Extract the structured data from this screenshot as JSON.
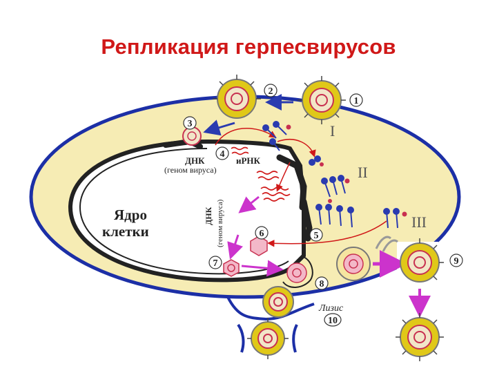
{
  "title": "Репликация герпесвирусов",
  "labels": {
    "dna": "ДНК",
    "dna_genome": "(геном вируса)",
    "mrna": "иРНК",
    "nucleus_line1": "Ядро",
    "nucleus_line2": "клетки",
    "dna_vertical": "ДНК",
    "dna_vertical_genome": "(геном вируса)",
    "lysis": "Лизис"
  },
  "stages": [
    "I",
    "II",
    "III"
  ],
  "steps": [
    "1",
    "2",
    "3",
    "4",
    "5",
    "6",
    "7",
    "8",
    "9",
    "10"
  ],
  "colors": {
    "cytoplasm": "#f6ecb4",
    "membrane": "#1c2fa6",
    "capsid": "#e0c818",
    "core": "#c83050",
    "arrow_magenta": "#cc33cc",
    "arrow_red": "#d01818"
  }
}
